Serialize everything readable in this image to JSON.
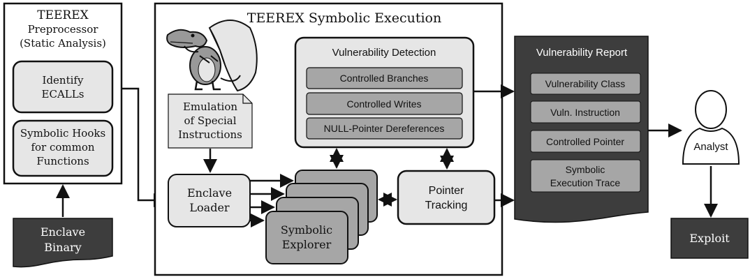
{
  "preprocessor": {
    "title_line1": "TEEREX",
    "title_line2": "Preprocessor",
    "title_line3": "(Static Analysis)",
    "identify_line1": "Identify",
    "identify_line2": "ECALLs",
    "hooks_line1": "Symbolic Hooks",
    "hooks_line2": "for common",
    "hooks_line3": "Functions"
  },
  "input": {
    "line1": "Enclave",
    "line2": "Binary"
  },
  "symex": {
    "title": "TEEREX Symbolic Execution",
    "emulation_line1": "Emulation",
    "emulation_line2": "of Special",
    "emulation_line3": "Instructions",
    "loader_line1": "Enclave",
    "loader_line2": "Loader",
    "explorer_line1": "Symbolic",
    "explorer_line2": "Explorer",
    "pointer_line1": "Pointer",
    "pointer_line2": "Tracking"
  },
  "detection": {
    "title": "Vulnerability Detection",
    "items": [
      "Controlled Branches",
      "Controlled Writes",
      "NULL-Pointer Dereferences"
    ]
  },
  "report": {
    "title": "Vulnerability Report",
    "items": [
      "Vulnerability Class",
      "Vuln. Instruction",
      "Controlled Pointer"
    ],
    "trace_line1": "Symbolic",
    "trace_line2": "Execution Trace"
  },
  "analyst": {
    "label": "Analyst"
  },
  "output": {
    "label": "Exploit"
  },
  "colors": {
    "dark": "#3d3d3d",
    "light": "#e6e6e6",
    "mid": "#a6a6a6",
    "stroke": "#111111"
  }
}
